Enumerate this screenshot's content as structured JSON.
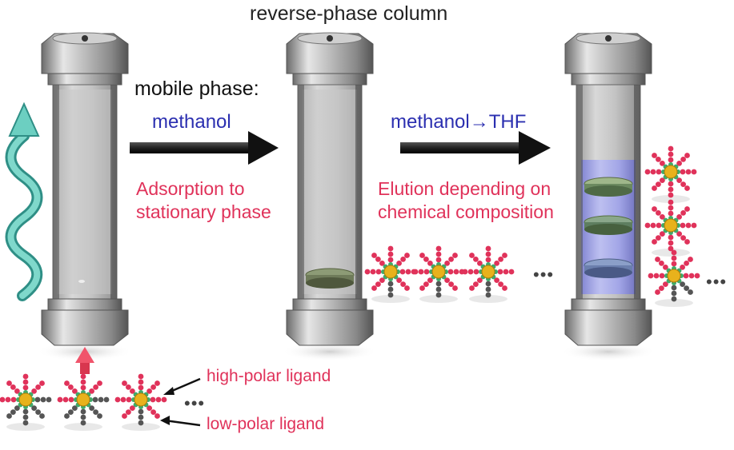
{
  "title": "reverse-phase column",
  "mobile_phase_label": "mobile phase:",
  "step1": {
    "solvent": "methanol",
    "description_line1": "Adsorption to",
    "description_line2": "stationary phase"
  },
  "step2": {
    "solvent": "methanol→THF",
    "description_line1": "Elution depending on",
    "description_line2": "chemical composition"
  },
  "legend": {
    "high_polar": "high-polar ligand",
    "low_polar": "low-polar ligand"
  },
  "ellipsis": "•••",
  "colors": {
    "solvent_text": "#2b2fb0",
    "description_text": "#e0325a",
    "ligand_high": "#e0325a",
    "ligand_low": "#555555",
    "core": "#e8b21c",
    "flow_arrow": "#5fc4b6"
  }
}
